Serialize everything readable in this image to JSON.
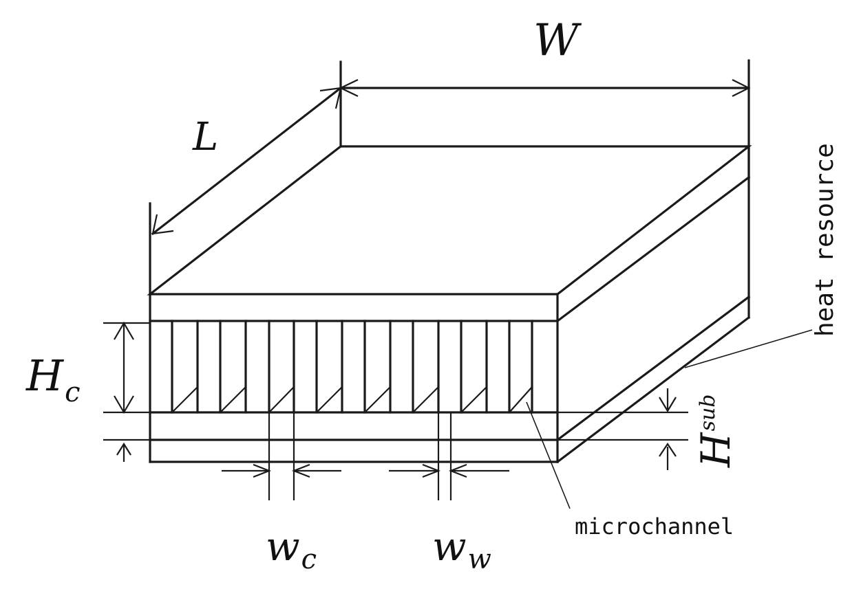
{
  "labels": {
    "width": "W",
    "length": "L",
    "channel_height_main": "H",
    "channel_height_sub": "c",
    "substrate_height_main": "H",
    "substrate_height_sub": "sub",
    "channel_width_main": "w",
    "channel_width_sub": "c",
    "wall_width_main": "w",
    "wall_width_sub": "w",
    "heat_source": "heat resource",
    "microchannel": "microchannel"
  },
  "colors": {
    "line": "#1a1a1a",
    "background": "#ffffff"
  }
}
